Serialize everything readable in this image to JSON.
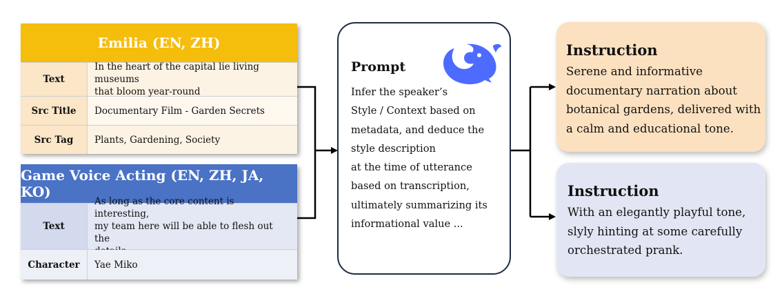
{
  "emilia_card": {
    "title": "Emilia (EN, ZH)",
    "rows": [
      {
        "key": "Text",
        "value_lines": [
          "In the heart of the capital lie living museums",
          "that bloom year-round"
        ]
      },
      {
        "key": "Src Title",
        "value_lines": [
          "Documentary Film - Garden Secrets"
        ]
      },
      {
        "key": "Src Tag",
        "value_lines": [
          "Plants, Gardening, Society"
        ]
      }
    ]
  },
  "game_card": {
    "title": "Game Voice Acting (EN, ZH, JA, KO)",
    "rows": [
      {
        "key": "Text",
        "value_lines": [
          "As long as the core content is interesting,",
          "my team here will be able to flesh out the",
          "details."
        ]
      },
      {
        "key": "Character",
        "value_lines": [
          "Yae Miko"
        ]
      }
    ]
  },
  "prompt": {
    "title": "Prompt",
    "lines": [
      "Infer the speaker’s",
      "Style / Context based on",
      "metadata, and deduce the",
      "style description",
      "at the time of utterance",
      "based on transcription,",
      "ultimately summarizing its",
      "informational value ..."
    ],
    "logo_icon": "whale-icon",
    "logo_color": "#4d6bfe"
  },
  "instructions": [
    {
      "title": "Instruction",
      "lines": [
        "Serene and informative",
        "documentary narration about",
        "botanical gardens, delivered with",
        "a calm and educational tone."
      ]
    },
    {
      "title": "Instruction",
      "lines": [
        "With an elegantly playful tone,",
        "slyly hinting at some carefully",
        "orchestrated prank."
      ]
    }
  ],
  "colors": {
    "emilia_header": "#f5bd0c",
    "game_header": "#4a72c5",
    "instruction_1_bg": "#fbe1c0",
    "instruction_2_bg": "#e2e6f4",
    "arrow": "#000000"
  }
}
